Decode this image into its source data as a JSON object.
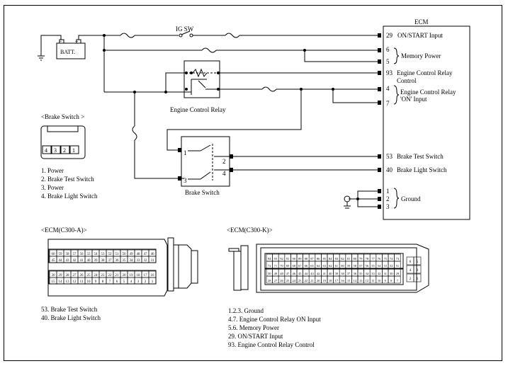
{
  "ecm_title": "ECM",
  "ig_sw": "IG SW",
  "batt": "BATT.",
  "ecm_pins": [
    {
      "num": "29",
      "label": "ON/START Input"
    },
    {
      "num": "6",
      "label": ""
    },
    {
      "num": "5",
      "label": ""
    },
    {
      "num": "93",
      "label": "Engine Control Relay"
    },
    {
      "num": "4",
      "label": ""
    },
    {
      "num": "7",
      "label": ""
    },
    {
      "num": "53",
      "label": "Brake  Test Switch"
    },
    {
      "num": "40",
      "label": "Brake  Light Switch"
    },
    {
      "num": "1",
      "label": ""
    },
    {
      "num": "2",
      "label": ""
    },
    {
      "num": "3",
      "label": ""
    }
  ],
  "pin93_line2": "Control",
  "memory_power": "Memory Power",
  "ecr_on_input": [
    "Engine Control Relay",
    "'ON' Input"
  ],
  "ground_label": "Ground",
  "relay_caption": "Engine Control Relay",
  "brake_switch_caption": "Brake  Switch",
  "brake_switch_pin_numbers": [
    "1",
    "2",
    "3",
    "4"
  ],
  "brake_switch_title": "<Brake  Switch >",
  "brake_connector_pins": [
    "4",
    "3",
    "2",
    "1"
  ],
  "brake_switch_list": [
    "1.  Power",
    "2.  Brake  Test Switch",
    "3.  Power",
    "4.  Brake  Light Switch"
  ],
  "ecm_a_title": "<ECM(C300-A)>",
  "ecm_a_rows": [
    [
      "60",
      "59",
      "58",
      "57",
      "56",
      "55",
      "54",
      "53",
      "52",
      "51",
      "50",
      "49",
      "48",
      "47",
      "46"
    ],
    [
      "45",
      "44",
      "43",
      "42",
      "41",
      "40",
      "39",
      "38",
      "37",
      "36",
      "35",
      "34",
      "33",
      "32",
      "31"
    ],
    [
      "30",
      "29",
      "28",
      "27",
      "26",
      "25",
      "24",
      "23",
      "22",
      "21",
      "20",
      "19",
      "18",
      "17",
      "16"
    ],
    [
      "15",
      "14",
      "13",
      "12",
      "11",
      "10",
      "9",
      "8",
      "7",
      "6",
      "5",
      "4",
      "3",
      "2",
      "1"
    ]
  ],
  "ecm_a_notes": [
    "53.  Brake  Test Switch",
    "40.  Brake  Light Switch"
  ],
  "ecm_k_title": "<ECM(C300-K)>",
  "ecm_k_rows": [
    [
      "94",
      "93",
      "92",
      "91",
      "90",
      "89",
      "88",
      "87",
      "86",
      "85",
      "84",
      "83",
      "82",
      "81",
      "80",
      "79",
      "78",
      "77",
      "76",
      "75",
      "74",
      "73"
    ],
    [
      "72",
      "71",
      "70",
      "69",
      "68",
      "67",
      "66",
      "65",
      "64",
      "63",
      "62",
      "61",
      "60",
      "59",
      "58",
      "57",
      "56",
      "55",
      "54",
      "53",
      "52",
      "51"
    ],
    [
      "50",
      "49",
      "48",
      "47",
      "46",
      "45",
      "44",
      "43",
      "42",
      "41",
      "40",
      "39",
      "38",
      "37",
      "36",
      "35",
      "34",
      "33",
      "32",
      "31",
      "30",
      "29"
    ],
    [
      "28",
      "27",
      "26",
      "25",
      "24",
      "23",
      "22",
      "21",
      "20",
      "19",
      "18",
      "17",
      "16",
      "15",
      "14",
      "13",
      "12",
      "11",
      "10",
      "9",
      "8",
      "7"
    ]
  ],
  "ecm_k_side": [
    "6",
    "5",
    "4",
    "3",
    "2",
    "1"
  ],
  "ecm_k_notes": [
    "1.2.3.   Ground",
    "4.7. Engine Control Relay ON Input",
    "5.6.  Memory Power",
    "29.  ON/START Input",
    "93.  Engine Control Relay Control"
  ]
}
